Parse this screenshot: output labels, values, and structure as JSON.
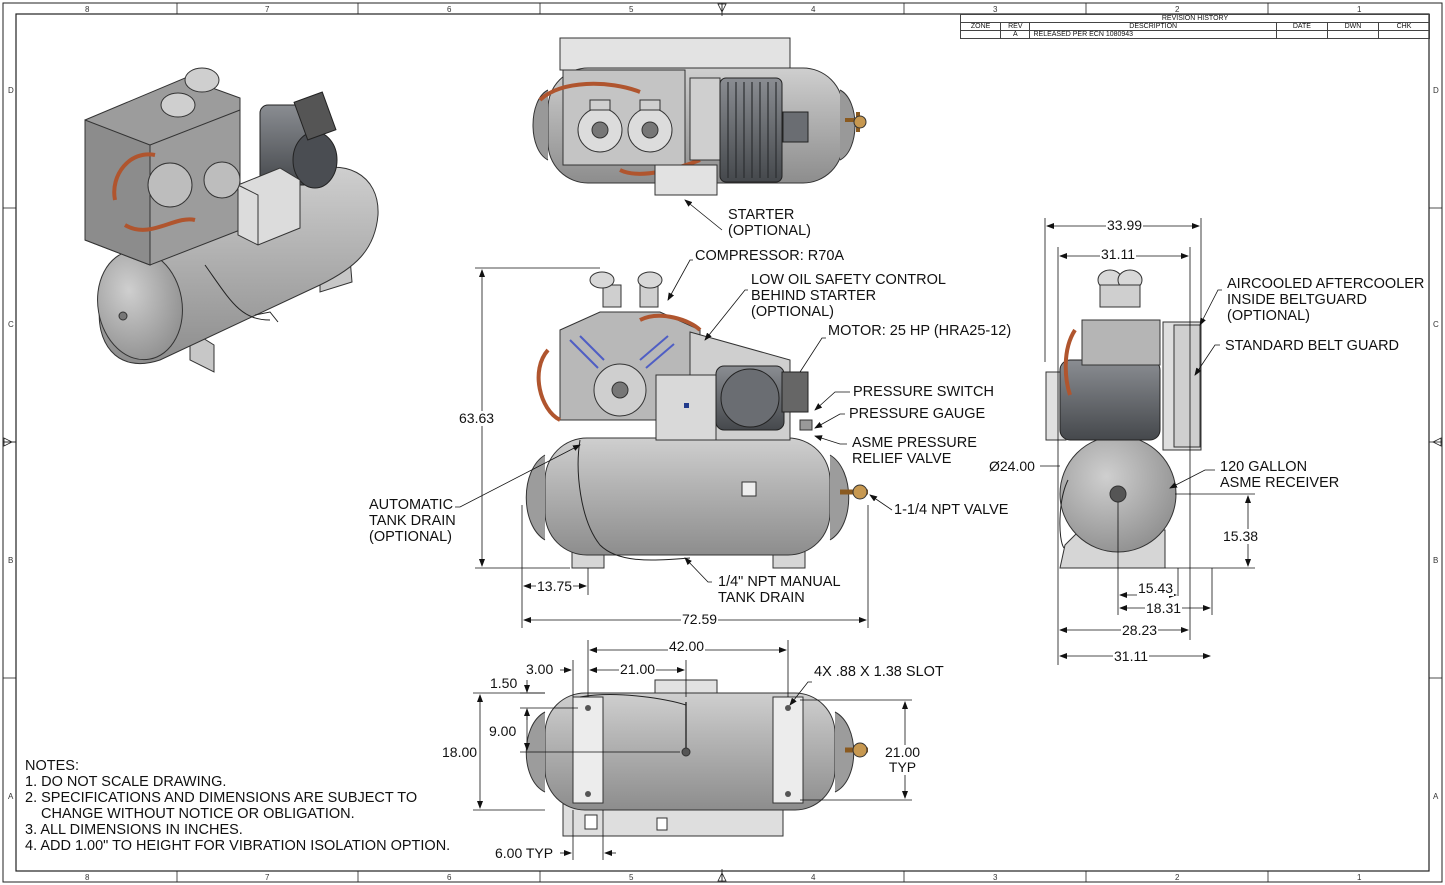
{
  "revision_history": {
    "title": "REVISION HISTORY",
    "headers": [
      "ZONE",
      "REV",
      "DESCRIPTION",
      "DATE",
      "DWN",
      "CHK"
    ],
    "rows": [
      [
        "",
        "A",
        "RELEASED PER ECN 1080943",
        "",
        "",
        ""
      ]
    ]
  },
  "border_zones": {
    "columns": [
      "8",
      "7",
      "6",
      "5",
      "4",
      "3",
      "2",
      "1"
    ],
    "rows": [
      "D",
      "C",
      "B",
      "A"
    ]
  },
  "callouts": {
    "starter": [
      "STARTER",
      "(OPTIONAL)"
    ],
    "compressor": "COMPRESSOR: R70A",
    "low_oil": [
      "LOW OIL SAFETY CONTROL",
      "BEHIND STARTER",
      "(OPTIONAL)"
    ],
    "motor": "MOTOR: 25 HP (HRA25-12)",
    "pressure_switch": "PRESSURE SWITCH",
    "pressure_gauge": "PRESSURE GAUGE",
    "relief_valve": [
      "ASME PRESSURE",
      "RELIEF VALVE"
    ],
    "npt_valve": "1-1/4 NPT VALVE",
    "auto_drain": [
      "AUTOMATIC",
      "TANK DRAIN",
      "(OPTIONAL)"
    ],
    "manual_drain": [
      "1/4\" NPT MANUAL",
      "TANK DRAIN"
    ],
    "aftercooler": [
      "AIRCOOLED AFTERCOOLER",
      "INSIDE BELTGUARD",
      "(OPTIONAL)"
    ],
    "belt_guard": "STANDARD BELT GUARD",
    "receiver": [
      "120 GALLON",
      "ASME RECEIVER"
    ],
    "slot": "4X .88 X 1.38 SLOT"
  },
  "dimensions": {
    "height": "63.63",
    "drain_offset": "13.75",
    "overall_length": "72.59",
    "overall_width": "33.99",
    "width_31": "31.11",
    "tank_dia": "Ø24.00",
    "tank_center_h": "15.38",
    "w_15_43": "15.43",
    "w_18_31": "18.31",
    "w_28_23": "28.23",
    "w_31_11_base": "31.11",
    "foot_spacing": "42.00",
    "d_3_00": "3.00",
    "d_21_00": "21.00",
    "d_1_50": "1.50",
    "d_9_00": "9.00",
    "d_18_00": "18.00",
    "d_21_typ": [
      "21.00",
      "TYP"
    ],
    "d_6_typ": "6.00 TYP"
  },
  "notes": {
    "title": "NOTES:",
    "items": [
      "1. DO NOT SCALE DRAWING.",
      "2. SPECIFICATIONS AND DIMENSIONS ARE SUBJECT TO",
      "    CHANGE WITHOUT NOTICE OR OBLIGATION.",
      "3. ALL DIMENSIONS IN INCHES.",
      "4. ADD 1.00\" TO HEIGHT FOR VIBRATION ISOLATION OPTION."
    ]
  },
  "colors": {
    "tank": "#a9a9a9",
    "tank_dark": "#7a7a7a",
    "motor": "#5e6166",
    "pipe": "#b0552e",
    "guard": "#d9d9d9"
  }
}
